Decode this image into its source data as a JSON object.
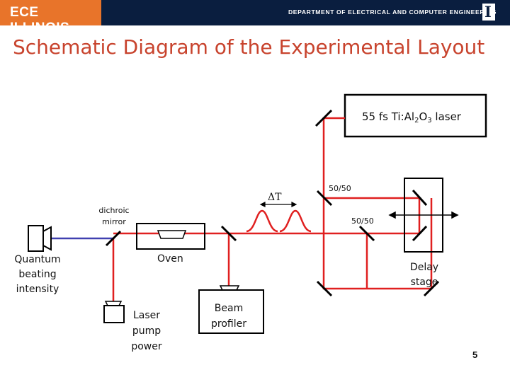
{
  "header": {
    "logo_text": "ECE ILLINOIS",
    "department": "DEPARTMENT OF ELECTRICAL AND COMPUTER ENGINEERING",
    "mark": "I"
  },
  "slide": {
    "title": "Schematic Diagram of the Experimental Layout",
    "page_number": "5"
  },
  "diagram": {
    "laser": {
      "name": "55 fs Ti:Al",
      "sub1": "2",
      "mid": "O",
      "sub2": "3",
      "suffix": " laser"
    },
    "labels": {
      "delta_t": "ΔT",
      "splitter_top": "50/50",
      "splitter_bottom": "50/50",
      "dichroic_line1": "dichroic",
      "dichroic_line2": "mirror",
      "quantum_line1": "Quantum",
      "quantum_line2": "beating",
      "quantum_line3": "intensity",
      "oven": "Oven",
      "delay_line1": "Delay",
      "delay_line2": "stage",
      "pump_line1": "Laser",
      "pump_line2": "pump",
      "pump_line3": "power",
      "profiler_line1": "Beam",
      "profiler_line2": "profiler"
    },
    "colors": {
      "beam": "#e02020",
      "output_beam": "#4040b0",
      "title": "#c8432d",
      "banner": "#0a1e3f",
      "banner_accent": "#e8742a"
    }
  }
}
